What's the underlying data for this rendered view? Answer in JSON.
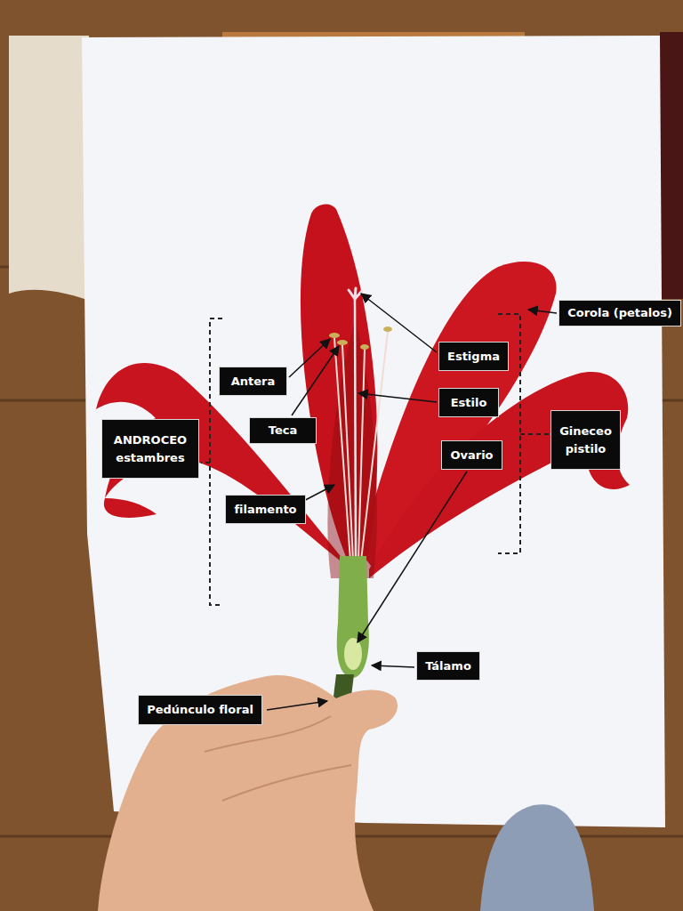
{
  "diagram": {
    "nodes": [
      {
        "text": [
          "Corola (petalos)"
        ]
      },
      {
        "text": [
          "Estigma"
        ]
      },
      {
        "text": [
          "Antera"
        ]
      },
      {
        "text": [
          "Estilo"
        ]
      },
      {
        "text": [
          "Teca"
        ]
      },
      {
        "text": [
          "Gineceo",
          "pistilo"
        ]
      },
      {
        "text": [
          "ANDROCEO",
          "estambres"
        ]
      },
      {
        "text": [
          "Ovario"
        ]
      },
      {
        "text": [
          "filamento"
        ]
      },
      {
        "text": [
          "Tálamo"
        ]
      },
      {
        "text": [
          "Pedúnculo floral"
        ]
      }
    ]
  }
}
